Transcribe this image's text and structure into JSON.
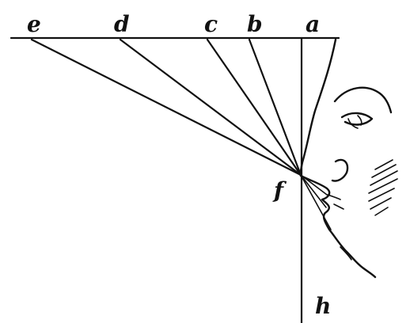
{
  "labels": {
    "e": "e",
    "d": "d",
    "c": "c",
    "b": "b",
    "a": "a",
    "f": "f",
    "h": "h"
  },
  "colors": {
    "ink": "#111111",
    "paper": "#ffffff"
  }
}
